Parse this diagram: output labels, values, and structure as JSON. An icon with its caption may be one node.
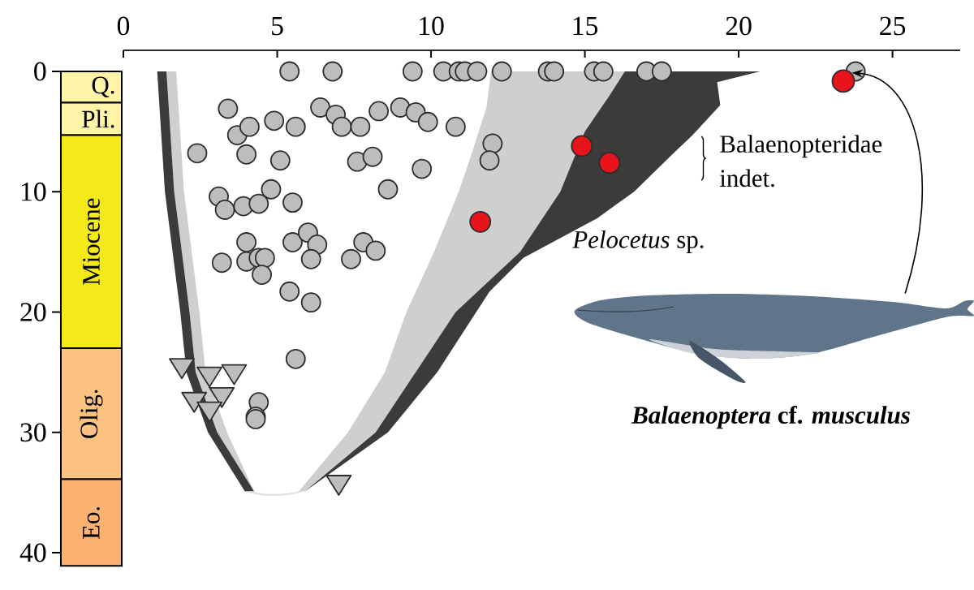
{
  "diagram": {
    "nodes": [
      {
        "text": [
          "Q."
        ]
      },
      {
        "text": [
          "Pli."
        ]
      },
      {
        "text": [
          "Miocene"
        ]
      },
      {
        "text": [
          "Olig."
        ]
      },
      {
        "text": [
          "Eo."
        ]
      },
      {
        "text": [],
        "shape": "circle"
      },
      {
        "text": [],
        "shape": "circle"
      },
      {
        "text": [],
        "shape": "circle"
      },
      {
        "text": [],
        "shape": "circle"
      },
      {
        "text": [
          "*Balaenoptera* cf. *musculus*"
        ]
      }
    ],
    "edges": [
      {
        "from": 9,
        "to": 5,
        "arrow": "to"
      }
    ],
    "labels": [
      "Balaenopteridae indet.",
      "*Pelocetus* sp."
    ],
    "chart_data": {
      "type": "scatter",
      "xlim": [
        0,
        27.2
      ],
      "ylim": [
        40,
        0
      ],
      "xticks": [
        0,
        5,
        10,
        15,
        20,
        25
      ],
      "yticks": [
        0,
        10,
        20,
        30,
        40
      ],
      "series": [
        {
          "color": "#bdbdbd",
          "marker": "circle",
          "x": [
            5.4,
            6.8,
            9.4,
            10.4,
            10.9,
            11.1,
            11.5,
            12.3,
            13.8,
            14.0,
            15.3,
            15.6,
            17.0,
            17.5,
            23.8,
            3.4,
            3.7,
            4.1,
            4.9,
            5.6,
            6.4,
            6.9,
            7.1,
            7.7,
            8.3,
            9.0,
            9.5,
            9.9,
            10.8,
            2.4,
            4.0,
            5.1,
            7.6,
            8.1,
            9.7,
            8.6,
            12.0,
            11.9,
            3.1,
            3.3,
            3.9,
            4.4,
            4.8,
            5.5,
            4.0,
            3.2,
            4.0,
            4.4,
            4.6,
            4.5,
            5.5,
            6.0,
            6.3,
            6.1,
            7.8,
            8.2,
            7.4,
            5.4,
            6.1,
            5.6,
            4.4,
            4.3,
            4.3
          ],
          "values": [
            0,
            0,
            0,
            0,
            0,
            0,
            0,
            0,
            0,
            0,
            0,
            0,
            0,
            0,
            0,
            3.1,
            5.3,
            4.6,
            4.1,
            4.6,
            3.0,
            3.6,
            4.6,
            4.6,
            3.3,
            3.0,
            3.4,
            4.2,
            4.6,
            6.8,
            6.9,
            7.4,
            7.5,
            7.1,
            8.1,
            9.8,
            6.0,
            7.4,
            10.4,
            11.5,
            11.2,
            11.0,
            9.8,
            10.9,
            14.2,
            15.9,
            15.8,
            15.5,
            15.5,
            16.9,
            14.2,
            13.4,
            14.4,
            15.6,
            14.2,
            14.9,
            15.6,
            18.3,
            19.2,
            23.9,
            27.5,
            28.7,
            28.9
          ]
        },
        {
          "color": "#bdbdbd",
          "marker": "triangle",
          "x": [
            1.9,
            2.8,
            3.6,
            2.3,
            3.2,
            2.8,
            7.0
          ],
          "values": [
            24.5,
            25.2,
            25.0,
            27.3,
            26.9,
            28.1,
            34.2
          ]
        }
      ]
    }
  }
}
